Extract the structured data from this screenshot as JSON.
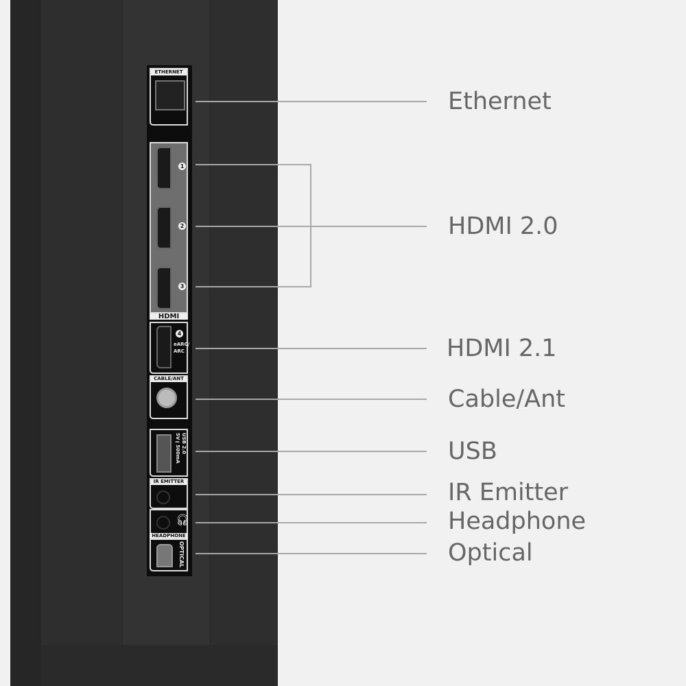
{
  "panel": {
    "ethernet_tag": "ETHERNET",
    "hdmi_numbers": [
      "1",
      "2",
      "3",
      "4"
    ],
    "hdmi_logo": "HDMI",
    "earc_text": "eARC/ ARC",
    "cable_tag": "CABLE/ANT",
    "usb_text": "USB 2.0 5V⎓500mA",
    "ir_tag": "IR EMITTER",
    "headphone_tag": "HEADPHONE",
    "optical_tag": "OPTICAL"
  },
  "labels": {
    "ethernet": "Ethernet",
    "hdmi20": "HDMI 2.0",
    "hdmi21": "HDMI 2.1",
    "cable": "Cable/Ant",
    "usb": "USB",
    "ir": "IR Emitter",
    "headphone": "Headphone",
    "optical": "Optical"
  },
  "colors": {
    "background": "#f1f1f1",
    "tv_body": "#2e2e2e",
    "label_text": "#666666",
    "leader_line": "#a8a8a8"
  }
}
